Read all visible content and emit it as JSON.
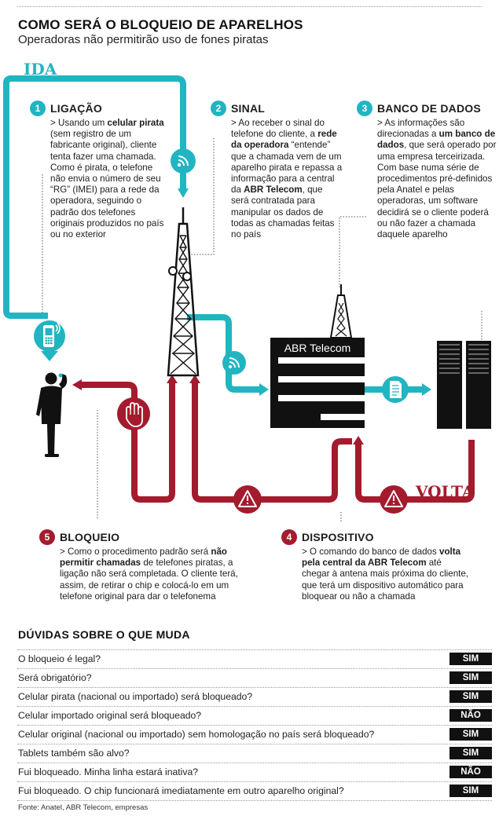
{
  "header": {
    "title": "COMO SERÁ O BLOQUEIO DE APARELHOS",
    "subtitle": "Operadoras não permitirão uso de fones piratas"
  },
  "diagram": {
    "flow_labels": {
      "ida": "IDA",
      "volta": "VOLTA"
    },
    "building_label": "ABR Telecom",
    "colors": {
      "ida": "#21b5c2",
      "volta": "#a41b2e",
      "ink": "#111111"
    },
    "icons": [
      "phone-icon",
      "person-icon",
      "wifi-icon",
      "hand-stop-icon",
      "warning-icon",
      "document-icon",
      "tower-icon",
      "server-icon"
    ]
  },
  "steps": [
    {
      "number": "1",
      "title": "LIGAÇÃO",
      "body": [
        {
          "t": "> Usando um "
        },
        {
          "t": "celular pirata",
          "b": true
        },
        {
          "t": " (sem registro de um fabricante original), cliente tenta fazer uma chamada. Como é pirata, o telefone não envia o número de seu “RG” (IMEI) para a rede da operadora, seguindo o padrão dos telefones originais produzidos no país ou no exterior"
        }
      ]
    },
    {
      "number": "2",
      "title": "SINAL",
      "body": [
        {
          "t": "> Ao receber o sinal do telefone do cliente, a "
        },
        {
          "t": "rede da operadora",
          "b": true
        },
        {
          "t": " “entende” que a chamada vem de um aparelho pirata e repassa a informação para a central da "
        },
        {
          "t": "ABR Telecom",
          "b": true
        },
        {
          "t": ", que será contratada para manipular os dados de todas as chamadas feitas no país"
        }
      ]
    },
    {
      "number": "3",
      "title": "BANCO DE DADOS",
      "body": [
        {
          "t": "> As informações são direcionadas a "
        },
        {
          "t": "um banco de dados",
          "b": true
        },
        {
          "t": ", que será operado por uma empresa terceirizada. Com base numa série de procedimentos pré-definidos pela Anatel e pelas operadoras, um software decidirá se o cliente poderá ou não fazer a chamada daquele aparelho"
        }
      ]
    },
    {
      "number": "4",
      "title": "DISPOSITIVO",
      "body": [
        {
          "t": "> O comando do banco de dados "
        },
        {
          "t": "volta pela central da ABR Telecom",
          "b": true
        },
        {
          "t": " até chegar à antena mais próxima do cliente, que terá um dispositivo automático para bloquear ou não a chamada"
        }
      ]
    },
    {
      "number": "5",
      "title": "BLOQUEIO",
      "body": [
        {
          "t": "> Como o procedimento padrão será "
        },
        {
          "t": "não permitir chamadas",
          "b": true
        },
        {
          "t": " de telefones piratas, a ligação não será completada. O cliente terá, assim, de retirar o chip e colocá-lo em um telefone original para dar o telefonema"
        }
      ]
    }
  ],
  "faq": {
    "heading": "DÚVIDAS SOBRE O QUE MUDA",
    "rows": [
      {
        "q": "O bloqueio é legal?",
        "a": "SIM"
      },
      {
        "q": "Será obrigatório?",
        "a": "SIM"
      },
      {
        "q": "Celular pirata (nacional ou importado) será bloqueado?",
        "a": "SIM"
      },
      {
        "q": "Celular importado original será bloqueado?",
        "a": "NÃO"
      },
      {
        "q": "Celular original (nacional ou importado) sem homologação no país será bloqueado?",
        "a": "SIM"
      },
      {
        "q": "Tablets também são alvo?",
        "a": "SIM"
      },
      {
        "q": "Fui bloqueado. Minha linha estará inativa?",
        "a": "NÃO"
      },
      {
        "q": "Fui bloqueado. O chip funcionará imediatamente em outro aparelho original?",
        "a": "SIM"
      }
    ]
  },
  "source": "Fonte: Anatel, ABR Telecom, empresas"
}
